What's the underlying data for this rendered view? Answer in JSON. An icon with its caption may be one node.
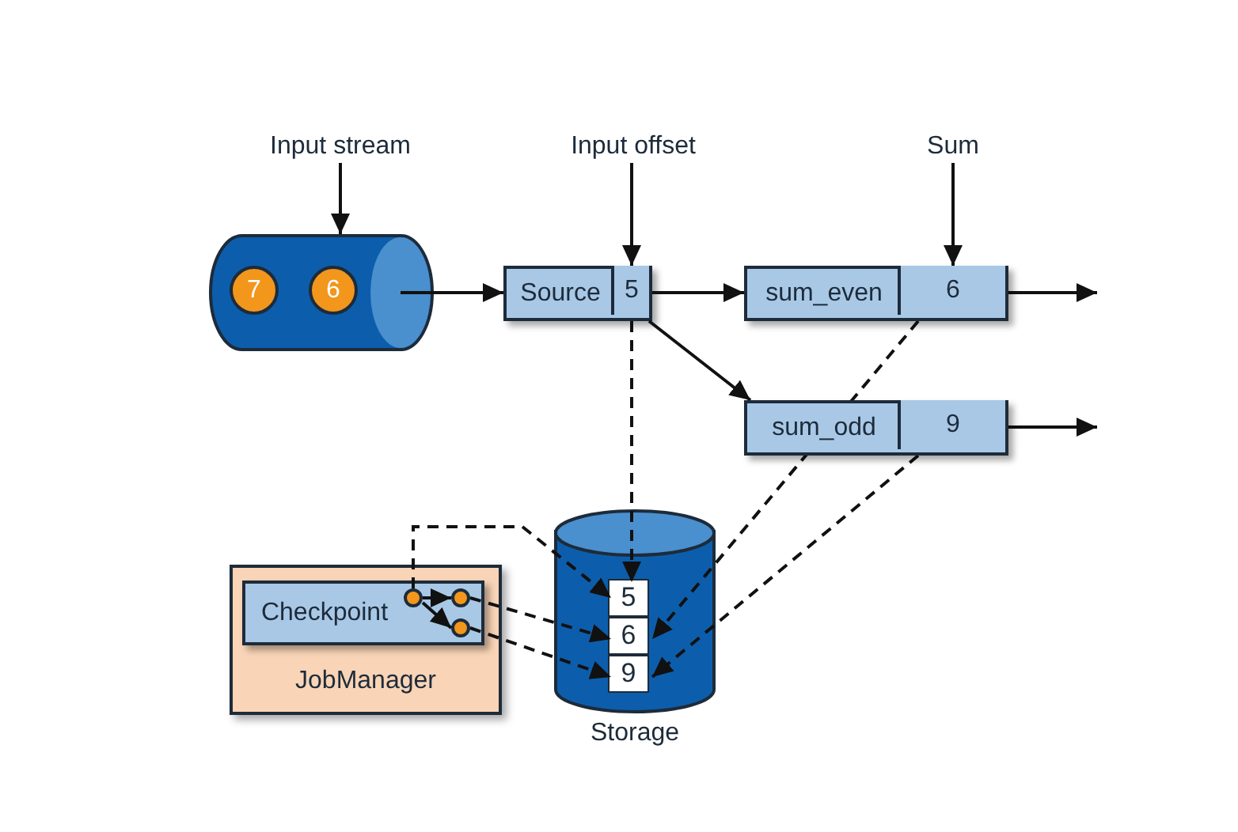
{
  "diagram": {
    "nodes": [
      {
        "text": [
          "Input stream"
        ]
      },
      {
        "text": [
          "Input offset"
        ]
      },
      {
        "text": [
          "Sum"
        ]
      },
      {
        "text": [],
        "shape": "cylinder"
      },
      {
        "text": [
          "7"
        ],
        "in": 3
      },
      {
        "text": [
          "6"
        ],
        "in": 3
      },
      {
        "text": [
          "Source"
        ]
      },
      {
        "text": [
          "5"
        ],
        "in": 6
      },
      {
        "text": [
          "sum_even"
        ]
      },
      {
        "text": [
          "6"
        ],
        "in": 8
      },
      {
        "text": [
          "sum_odd"
        ]
      },
      {
        "text": [
          "9"
        ],
        "in": 10
      },
      {
        "text": [
          "JobManager"
        ]
      },
      {
        "text": [
          "Checkpoint"
        ],
        "in": 12
      },
      {
        "text": [],
        "shape": "circle",
        "in": 13
      },
      {
        "text": [],
        "shape": "circle",
        "in": 13
      },
      {
        "text": [],
        "shape": "circle",
        "in": 13
      },
      {
        "text": [
          "Storage"
        ]
      },
      {
        "text": [
          "5"
        ],
        "in": 17
      },
      {
        "text": [
          "6"
        ],
        "in": 17
      },
      {
        "text": [
          "9"
        ],
        "in": 17
      }
    ],
    "edges": [
      {
        "from": 0,
        "to": 3,
        "arrow": "to"
      },
      {
        "from": 1,
        "to": 7,
        "arrow": "to"
      },
      {
        "from": 2,
        "to": 9,
        "arrow": "to"
      },
      {
        "from": 3,
        "to": 6,
        "arrow": "to"
      },
      {
        "from": 7,
        "to": 8,
        "arrow": "to"
      },
      {
        "from": 7,
        "to": 10,
        "arrow": "to"
      },
      {
        "from": 8,
        "to": null,
        "arrow": "to"
      },
      {
        "from": 10,
        "to": null,
        "arrow": "to"
      },
      {
        "from": 7,
        "to": 18,
        "arrow": "to",
        "style": "dashed"
      },
      {
        "from": 9,
        "to": 19,
        "arrow": "to",
        "style": "dashed"
      },
      {
        "from": 11,
        "to": 20,
        "arrow": "to",
        "style": "dashed"
      },
      {
        "from": 14,
        "to": 15,
        "arrow": "to"
      },
      {
        "from": 14,
        "to": 16,
        "arrow": "to"
      },
      {
        "from": 14,
        "to": 18,
        "arrow": "to",
        "style": "dashed"
      },
      {
        "from": 15,
        "to": 19,
        "arrow": "to",
        "style": "dashed"
      },
      {
        "from": 16,
        "to": 20,
        "arrow": "to",
        "style": "dashed"
      }
    ]
  }
}
